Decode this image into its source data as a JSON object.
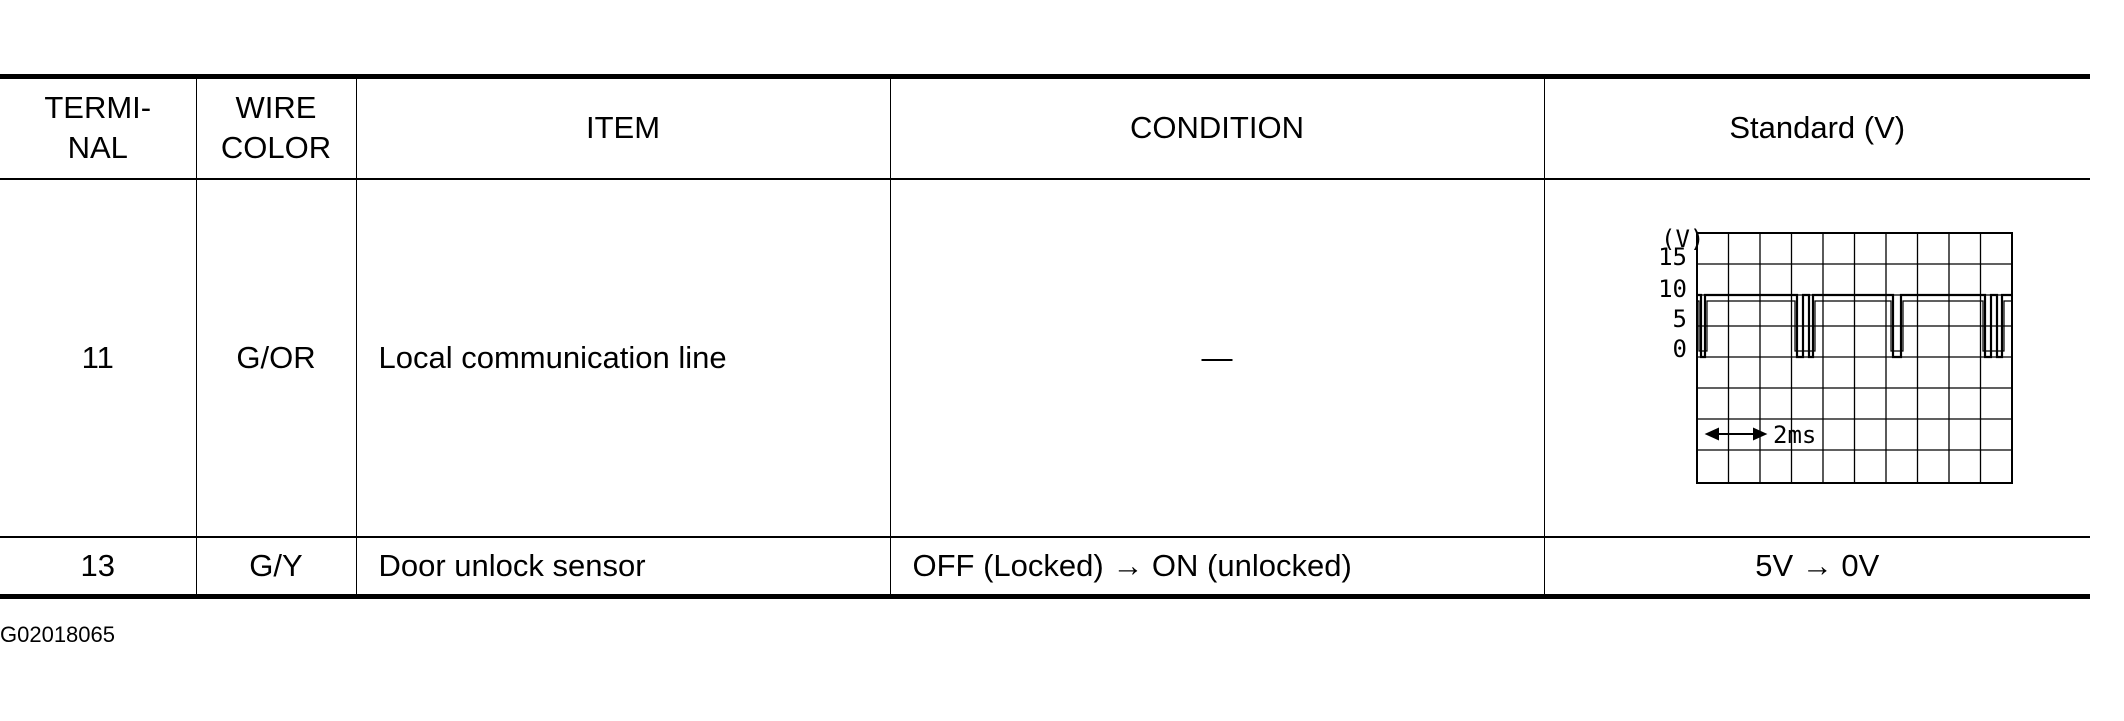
{
  "table": {
    "headers": {
      "terminal_line1": "TERMI-",
      "terminal_line2": "NAL",
      "wire_line1": "WIRE",
      "wire_line2": "COLOR",
      "item": "ITEM",
      "condition": "CONDITION",
      "standard": "Standard (V)"
    },
    "rows": [
      {
        "terminal": "11",
        "wire_color": "G/OR",
        "item": "Local communication line",
        "condition": "—",
        "standard": {
          "waveform": {
            "y_unit": "(V)",
            "y_ticks": [
              "15",
              "10",
              "5",
              "0"
            ],
            "time_scale": "2ms"
          }
        }
      },
      {
        "terminal": "13",
        "wire_color": "G/Y",
        "item": "Door unlock sensor",
        "condition": "OFF (Locked) → ON (unlocked)",
        "standard": "5V → 0V"
      }
    ]
  },
  "footer_code": "G02018065"
}
